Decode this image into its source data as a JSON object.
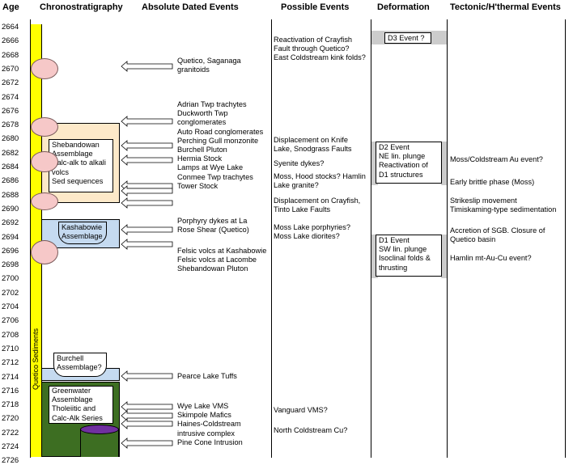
{
  "headers": {
    "age": "Age",
    "chrono": "Chronostratigraphy",
    "absolute": "Absolute Dated Events",
    "possible": "Possible Events",
    "deformation": "Deformation",
    "tectonic": "Tectonic/H'thermal Events"
  },
  "ages": [
    "2664",
    "2666",
    "2668",
    "2670",
    "2672",
    "2674",
    "2676",
    "2678",
    "2680",
    "2682",
    "2684",
    "2686",
    "2688",
    "2690",
    "2692",
    "2694",
    "2696",
    "2698",
    "2700",
    "2702",
    "2704",
    "2706",
    "2708",
    "2710",
    "2712",
    "2714",
    "2716",
    "2718",
    "2720",
    "2722",
    "2724",
    "2726"
  ],
  "chrono": {
    "quetico": "Quetico Sediments",
    "shebandowan": [
      "Shebandowan",
      "Assemblage",
      "Calc-alk to alkali",
      "volcs",
      "Sed sequences"
    ],
    "kashabowie": [
      "Kashabowie",
      "Assemblage"
    ],
    "burchell": [
      "Burchell",
      "Assemblage?"
    ],
    "greenwater": [
      "Greenwater",
      "Assemblage",
      "Tholeiitic and",
      "Calc-Alk Series"
    ]
  },
  "absolute": {
    "quetico_granitoids": [
      "Quetico, Saganaga",
      "granitoids"
    ],
    "group1": [
      "Adrian Twp trachytes",
      "Duckworth Twp",
      "conglomerates",
      "Auto Road conglomerates",
      "Perching Gull monzonite",
      "Burchell Pluton",
      "Hermia Stock",
      "Lamps at Wye Lake",
      "Conmee Twp trachytes",
      "Tower Stock"
    ],
    "porphyry": [
      "Porphyry dykes at La",
      "Rose Shear (Quetico)"
    ],
    "group2": [
      "Felsic volcs at Kashabowie",
      "Felsic volcs at Lacombe",
      "Shebandowan Pluton"
    ],
    "pearce": "Pearce Lake Tuffs",
    "group3": [
      "Wye Lake VMS",
      "Skimpole Mafics",
      "Haines-Coldstream",
      "intrusive complex",
      "Pine Cone Intrusion"
    ]
  },
  "possible": {
    "crayfish1": [
      "Reactivation of Crayfish",
      "Fault through Quetico?",
      "East Coldstream kink folds?"
    ],
    "knife": [
      "Displacement on Knife",
      "Lake, Snodgrass Faults"
    ],
    "syenite": "Syenite dykes?",
    "moss_hood": [
      "Moss, Hood stocks? Hamlin",
      "Lake granite?"
    ],
    "crayfish2": [
      "Displacement on Crayfish,",
      "Tinto Lake Faults"
    ],
    "moss_lake": [
      "Moss Lake porphyries?",
      "Moss Lake diorites?"
    ],
    "vanguard": "Vanguard VMS?",
    "north_coldstream": "North Coldstream Cu?"
  },
  "deformation": {
    "d3": "D3 Event ?",
    "d2": [
      "D2 Event",
      "NE lin. plunge",
      "Reactivation of",
      "D1 structures"
    ],
    "d1": [
      "D1 Event",
      "SW lin. plunge",
      "Isoclinal folds &",
      "thrusting"
    ]
  },
  "tectonic": {
    "moss_au": "Moss/Coldstream Au event?",
    "brittle": "Early brittle phase (Moss)",
    "strikeslip": [
      "Strikeslip movement",
      "Timiskaming-type sedimentation"
    ],
    "accretion": [
      "Accretion of SGB. Closure of",
      "Quetico basin"
    ],
    "hamlin": "Hamlin mt-Au-Cu event?"
  },
  "colors": {
    "quetico_bar": "#ffff00",
    "shebandowan_fill": "#fde9c9",
    "kashabowie_fill": "#c5daf0",
    "greenwater_fill": "#3d6e22",
    "burchell_fill": "#c5daf0",
    "ellipse_fill": "#f6c8c8",
    "intrusion_fill": "#7030a0",
    "deformation_bar": "#cccccc"
  }
}
